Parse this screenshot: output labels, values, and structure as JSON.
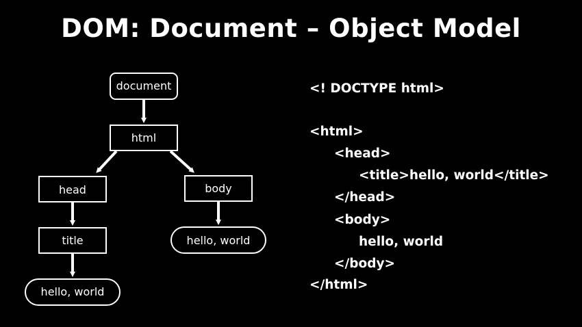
{
  "title": "DOM: Document – Object Model",
  "tree": {
    "nodes": {
      "document": "document",
      "html": "html",
      "head": "head",
      "body": "body",
      "title": "title",
      "text_left": "hello, world",
      "text_right": "hello, world"
    }
  },
  "code": [
    "<! DOCTYPE html>",
    "<html>",
    "<head>",
    "<title>hello, world</title>",
    "</head>",
    "<body>",
    "hello, world",
    "</body>",
    "</html>"
  ]
}
